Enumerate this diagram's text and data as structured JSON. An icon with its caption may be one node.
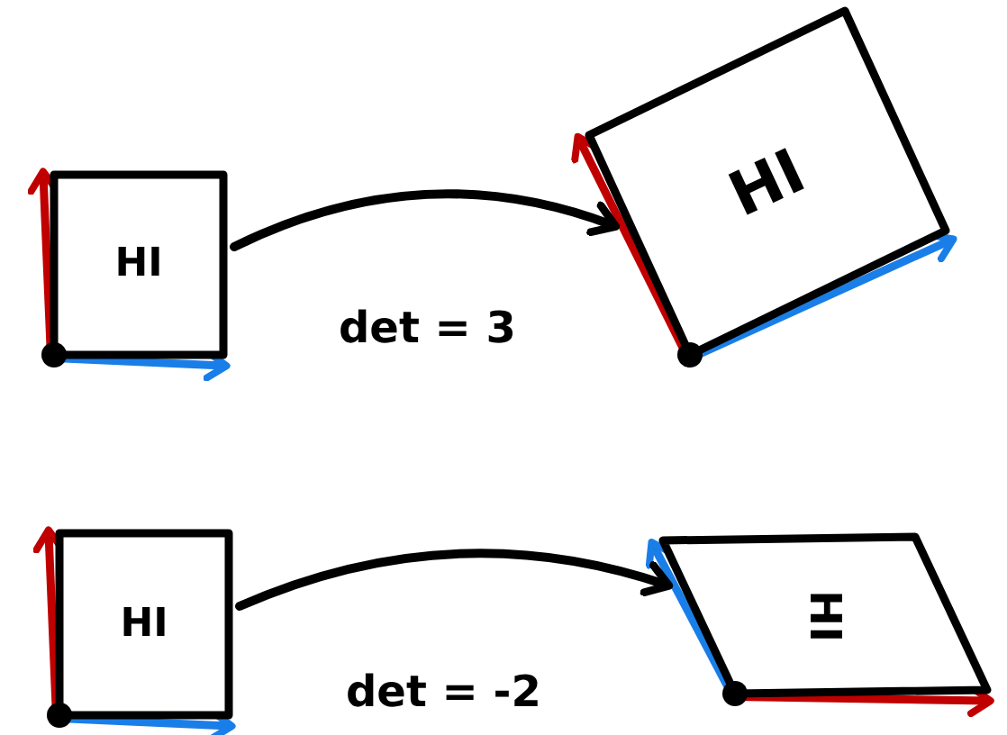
{
  "diagram": {
    "nodes": [
      {
        "text": [
          "HI"
        ]
      },
      {
        "text": [
          "HI"
        ]
      },
      {
        "text": [
          "HI"
        ]
      },
      {
        "text": [
          "HI"
        ]
      }
    ],
    "edges": [
      {
        "from": 0,
        "to": 1,
        "arrow": "to",
        "label": "det = 3"
      },
      {
        "from": 2,
        "to": 3,
        "arrow": "to",
        "label": "det = -2"
      }
    ]
  }
}
